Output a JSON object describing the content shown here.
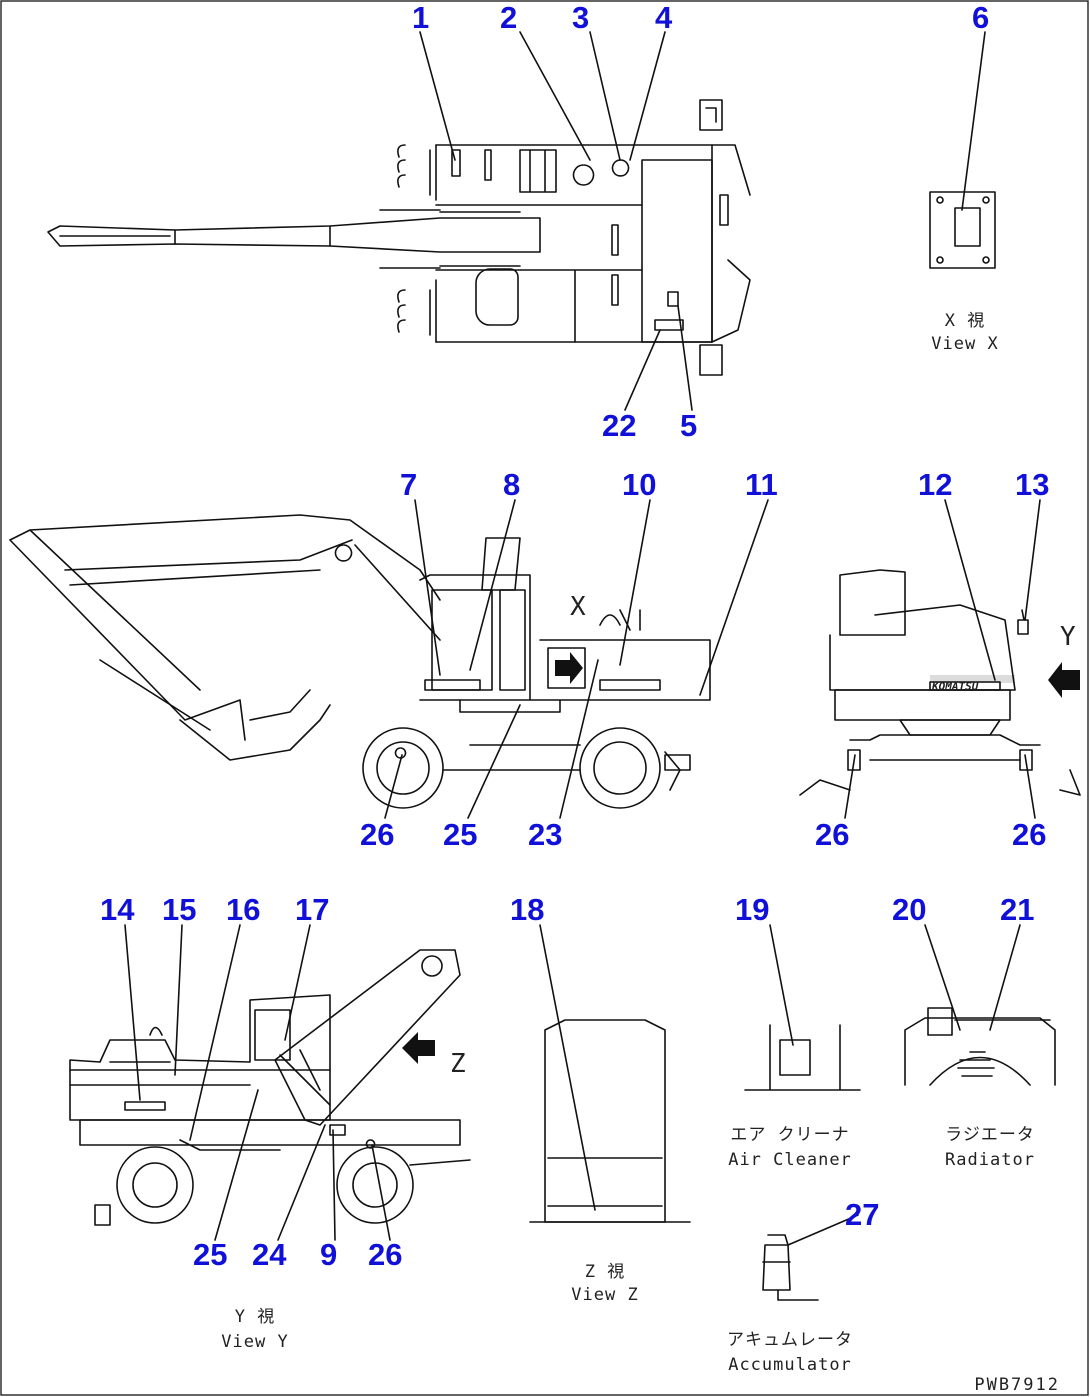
{
  "drawing_code": "PWB7912",
  "brand_mark": "KOMATSU",
  "callouts": [
    {
      "id": "c1",
      "label": "1"
    },
    {
      "id": "c2",
      "label": "2"
    },
    {
      "id": "c3",
      "label": "3"
    },
    {
      "id": "c4",
      "label": "4"
    },
    {
      "id": "c6",
      "label": "6"
    },
    {
      "id": "c22",
      "label": "22"
    },
    {
      "id": "c5",
      "label": "5"
    },
    {
      "id": "c7",
      "label": "7"
    },
    {
      "id": "c8",
      "label": "8"
    },
    {
      "id": "c10",
      "label": "10"
    },
    {
      "id": "c11",
      "label": "11"
    },
    {
      "id": "c12",
      "label": "12"
    },
    {
      "id": "c13",
      "label": "13"
    },
    {
      "id": "c26a",
      "label": "26"
    },
    {
      "id": "c25a",
      "label": "25"
    },
    {
      "id": "c23",
      "label": "23"
    },
    {
      "id": "c26b",
      "label": "26"
    },
    {
      "id": "c26c",
      "label": "26"
    },
    {
      "id": "c14",
      "label": "14"
    },
    {
      "id": "c15",
      "label": "15"
    },
    {
      "id": "c16",
      "label": "16"
    },
    {
      "id": "c17",
      "label": "17"
    },
    {
      "id": "c18",
      "label": "18"
    },
    {
      "id": "c19",
      "label": "19"
    },
    {
      "id": "c20",
      "label": "20"
    },
    {
      "id": "c21",
      "label": "21"
    },
    {
      "id": "c25b",
      "label": "25"
    },
    {
      "id": "c24",
      "label": "24"
    },
    {
      "id": "c9",
      "label": "9"
    },
    {
      "id": "c26d",
      "label": "26"
    },
    {
      "id": "c27",
      "label": "27"
    }
  ],
  "views": {
    "x": {
      "jp": "X 視",
      "en": "View X"
    },
    "y": {
      "jp": "Y 視",
      "en": "View Y"
    },
    "z": {
      "jp": "Z 視",
      "en": "View Z"
    },
    "air_cleaner": {
      "jp": "エア クリーナ",
      "en": "Air Cleaner"
    },
    "radiator": {
      "jp": "ラジエータ",
      "en": "Radiator"
    },
    "accumulator": {
      "jp": "アキュムレータ",
      "en": "Accumulator"
    }
  },
  "view_markers": {
    "x": "X",
    "y": "Y",
    "z": "Z"
  }
}
